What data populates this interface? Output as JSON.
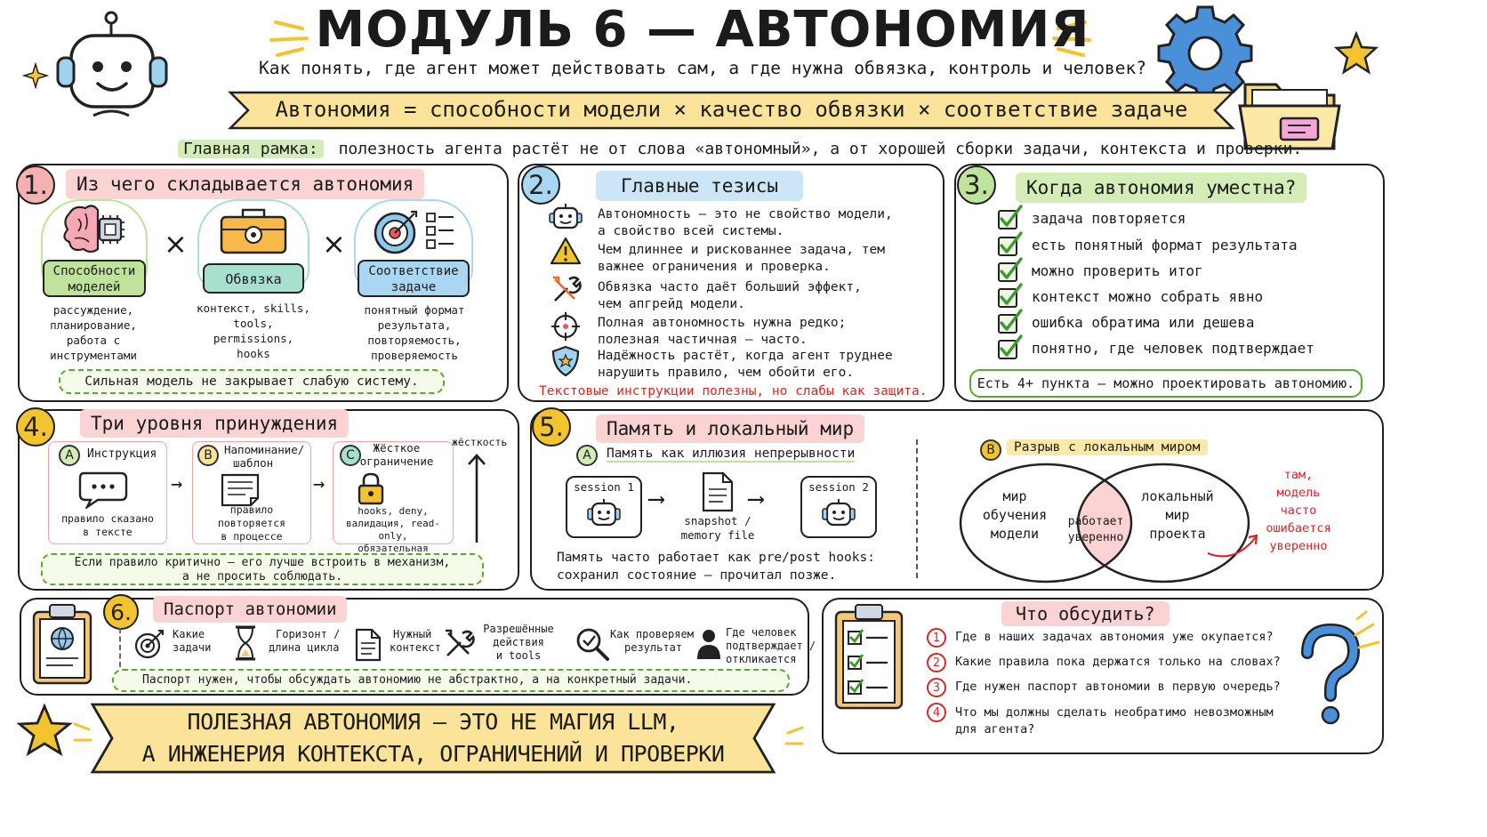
{
  "header": {
    "title": "МОДУЛЬ 6 — АВТОНОМИЯ",
    "subtitle": "Как понять, где агент может действовать сам, а где нужна обвязка, контроль и человек?",
    "formula": "Автономия = способности модели × качество обвязки × соответствие задаче",
    "frame_label": "Главная рамка:",
    "frame_text": "полезность агента растёт не от слова «автономный», а от хорошей сборки задачи, контекста и проверки."
  },
  "p1": {
    "num": "1.",
    "title": "Из чего складывается автономия",
    "items": [
      {
        "label": "Способности моделей",
        "desc": "рассуждение, планирование, работа с инструментами",
        "color": "#bfe39a",
        "icon": "brain-chip-icon"
      },
      {
        "label": "Обвязка",
        "desc": "контекст, skills, tools, permissions, hooks",
        "color": "#a8e0cf",
        "icon": "toolbox-icon"
      },
      {
        "label": "Соответствие задаче",
        "desc": "понятный формат результата, повторяемость, проверяемость",
        "color": "#a9d7f2",
        "icon": "target-icon"
      }
    ],
    "mult": "×",
    "footer": "Сильная модель не закрывает слабую систему."
  },
  "p2": {
    "num": "2.",
    "title": "Главные тезисы",
    "theses": [
      {
        "icon": "robot-icon",
        "l1": "Автономность — это не свойство модели,",
        "l2": "а свойство всей системы."
      },
      {
        "icon": "warning-icon",
        "l1": "Чем длиннее и рискованнее задача, тем",
        "l2": "важнее ограничения и проверка."
      },
      {
        "icon": "wrench-icon",
        "l1": "Обвязка часто даёт больший эффект,",
        "l2": "чем апгрейд модели."
      },
      {
        "icon": "crosshair-icon",
        "l1": "Полная автономность нужна редко;",
        "l2": "полезная частичная — часто."
      },
      {
        "icon": "shield-icon",
        "l1": "Надёжность растёт, когда агент труднее",
        "l2": "нарушить правило, чем обойти его."
      }
    ],
    "footer": "Текстовые инструкции полезны, но слабы как защита."
  },
  "p3": {
    "num": "3.",
    "title": "Когда автономия уместна?",
    "checks": [
      "задача повторяется",
      "есть понятный формат результата",
      "можно проверить итог",
      "контекст можно собрать явно",
      "ошибка обратима или дешева",
      "понятно, где человек подтверждает"
    ],
    "footer": "Есть 4+ пункта — можно проектировать автономию."
  },
  "p4": {
    "num": "4.",
    "title": "Три уровня принуждения",
    "levels": [
      {
        "letter": "A",
        "name1": "Инструкция",
        "name2": "",
        "d1": "правило сказано",
        "d2": "в тексте",
        "d3": "",
        "icon": "speech-bubble-icon"
      },
      {
        "letter": "B",
        "name1": "Напоминание/",
        "name2": "шаблон",
        "d1": "правило",
        "d2": "повторяется",
        "d3": "в процессе",
        "icon": "note-icon"
      },
      {
        "letter": "C",
        "name1": "Жёсткое",
        "name2": "ограничение",
        "d1": "hooks, deny,",
        "d2": "валидация, read-only,",
        "d3": "обязательная проверка",
        "icon": "lock-icon"
      }
    ],
    "axis": "жёсткость",
    "footer1": "Если правило критично — его лучше встроить в механизм,",
    "footer2": "а не просить соблюдать."
  },
  "p5": {
    "num": "5.",
    "title": "Память и локальный мир",
    "a_letter": "A",
    "a_title": "Память как иллюзия непрерывности",
    "session1": "session 1",
    "session2": "session 2",
    "snapshot1": "snapshot /",
    "snapshot2": "memory file",
    "note1": "Память часто работает как pre/post hooks:",
    "note2": "сохранил состояние — прочитал позже.",
    "b_letter": "B",
    "b_title": "Разрыв с локальным миром",
    "left1": "мир",
    "left2": "обучения",
    "left3": "модели",
    "mid1": "работает",
    "mid2": "уверенно",
    "right1": "локальный",
    "right2": "мир",
    "right3": "проекта",
    "warn1": "там,",
    "warn2": "модель",
    "warn3": "часто",
    "warn4": "ошибается",
    "warn5": "уверенно"
  },
  "p6": {
    "num": "6.",
    "title": "Паспорт автономии",
    "items": [
      {
        "icon": "target-icon",
        "l1": "Какие",
        "l2": "задачи",
        "l3": ""
      },
      {
        "icon": "hourglass-icon",
        "l1": "Горизонт /",
        "l2": "длина цикла",
        "l3": ""
      },
      {
        "icon": "document-icon",
        "l1": "Нужный",
        "l2": "контекст",
        "l3": ""
      },
      {
        "icon": "tools-icon",
        "l1": "Разрешённые",
        "l2": "действия",
        "l3": "и tools"
      },
      {
        "icon": "magnifier-check-icon",
        "l1": "Как проверяем",
        "l2": "результат",
        "l3": ""
      },
      {
        "icon": "person-icon",
        "l1": "Где человек",
        "l2": "подтверждает /",
        "l3": "откликается"
      }
    ],
    "footer": "Паспорт нужен, чтобы обсуждать автономию не абстрактно, а на конкретный задачи."
  },
  "p7": {
    "title": "Что обсудить?",
    "questions": [
      {
        "n": "1",
        "l1": "Где в наших задачах автономия уже окупается?",
        "l2": ""
      },
      {
        "n": "2",
        "l1": "Какие правила пока держатся только на словах?",
        "l2": ""
      },
      {
        "n": "3",
        "l1": "Где нужен паспорт автономии в первую очередь?",
        "l2": ""
      },
      {
        "n": "4",
        "l1": "Что мы должны сделать необратимо невозможным",
        "l2": "для агента?"
      }
    ]
  },
  "banner": {
    "line1": "ПОЛЕЗНАЯ АВТОНОМИЯ – ЭТО НЕ МАГИЯ LLM,",
    "line2": "А ИНЖЕНЕРИЯ КОНТЕКСТА, ОГРАНИЧЕНИЙ И ПРОВЕРКИ"
  }
}
